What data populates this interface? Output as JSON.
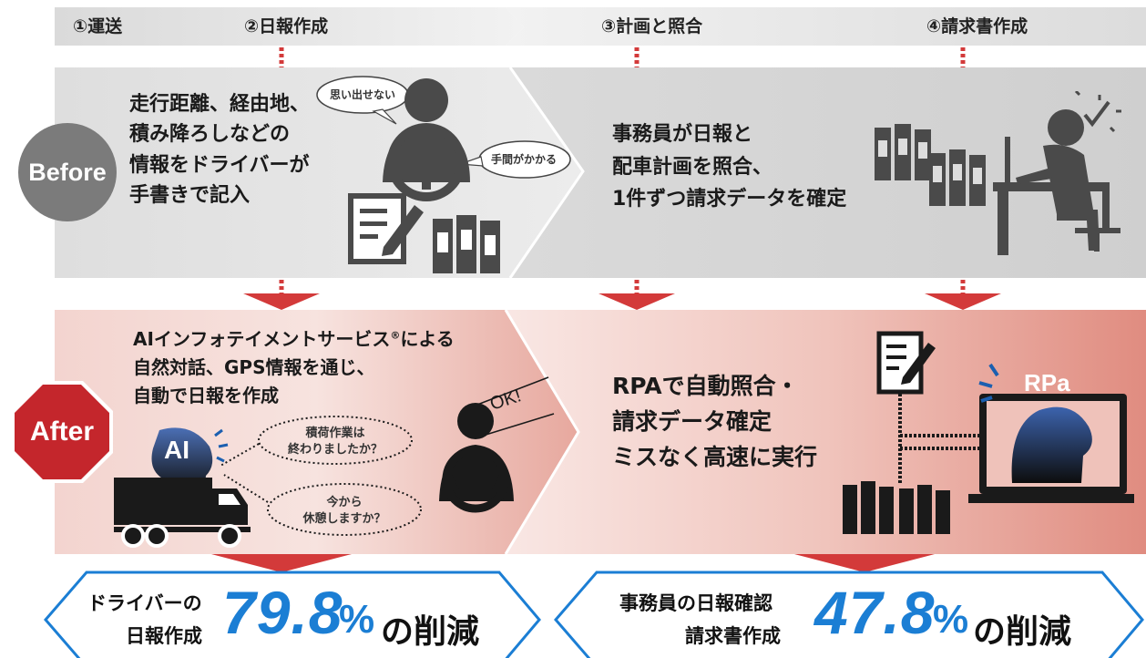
{
  "steps": [
    {
      "label": "①運送"
    },
    {
      "label": "②日報作成"
    },
    {
      "label": "③計画と照合"
    },
    {
      "label": "④請求書作成"
    }
  ],
  "before": {
    "badge": "Before",
    "left_lines": [
      "走行距離、経由地、",
      "積み降ろしなどの",
      "情報をドライバーが",
      "手書きで記入"
    ],
    "bubble_1": "思い出せない",
    "bubble_2": "手間がかかる",
    "right_lines": [
      "事務員が日報と",
      "配車計画を照合、",
      "1件ずつ請求データを確定"
    ]
  },
  "after": {
    "badge": "After",
    "left_title_1": "AIインフォテイメントサービス",
    "left_title_reg": "®",
    "left_title_2": "による",
    "left_lines": [
      "自然対話、GPS情報を通じ、",
      "自動で日報を作成"
    ],
    "ai_label": "AI",
    "bubble_1": [
      "積荷作業は",
      "終わりましたか？"
    ],
    "bubble_2": [
      "今から",
      "休憩しますか？"
    ],
    "ok_label": "OK!",
    "right_lines": [
      "RPAで自動照合・",
      "請求データ確定",
      "ミスなく高速に実行"
    ],
    "rpa_label": "RPa"
  },
  "results": [
    {
      "label_lines": [
        "ドライバーの",
        "日報作成"
      ],
      "value": "79.8",
      "unit": "%",
      "suffix": "の削減"
    },
    {
      "label_lines": [
        "事務員の日報確認",
        "請求書作成"
      ],
      "value": "47.8",
      "unit": "%",
      "suffix": "の削減"
    }
  ],
  "colors": {
    "accent_red": "#d33a3a",
    "after_badge": "#c4262c",
    "before_badge": "#7b7b7b",
    "result_blue": "#1b7ed4",
    "gray_panel": "#e3e3e3",
    "pink_panel": "#eaa9a0"
  }
}
